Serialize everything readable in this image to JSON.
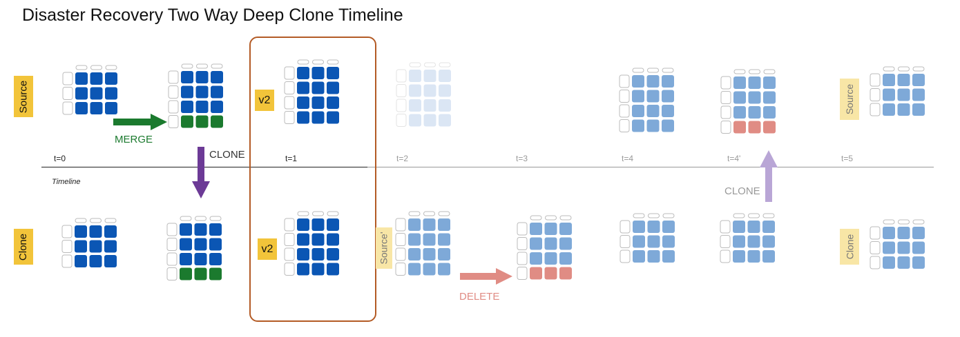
{
  "title": "Disaster Recovery Two Way Deep Clone Timeline",
  "row_labels": {
    "source": "Source",
    "clone": "Clone"
  },
  "timeline_label": "Timeline",
  "ticks": [
    "t=0",
    "t=1",
    "t=2",
    "t=3",
    "t=4",
    "t=4'",
    "t=5"
  ],
  "version_badge": "v2",
  "arrows": {
    "merge": "MERGE",
    "clone_down": "CLONE",
    "delete": "DELETE",
    "clone_up": "CLONE"
  },
  "ghost_tags": {
    "source_prime": "Source'",
    "source_end": "Source",
    "clone_end": "Clone"
  },
  "colors": {
    "dark_blue": "#0b56b4",
    "light_blue": "#7ea9d8",
    "pale_blue": "#dbe6f4",
    "green": "#1b7a2e",
    "salmon": "#e08c84",
    "purple": "#6c3a96",
    "lavender": "#b9a6d6",
    "badge_yellow": "#f2c43a",
    "box_border": "#b35a24"
  },
  "icons": [
    "merge-arrow-icon",
    "clone-arrow-icon",
    "delete-arrow-icon",
    "clone-up-arrow-icon"
  ]
}
